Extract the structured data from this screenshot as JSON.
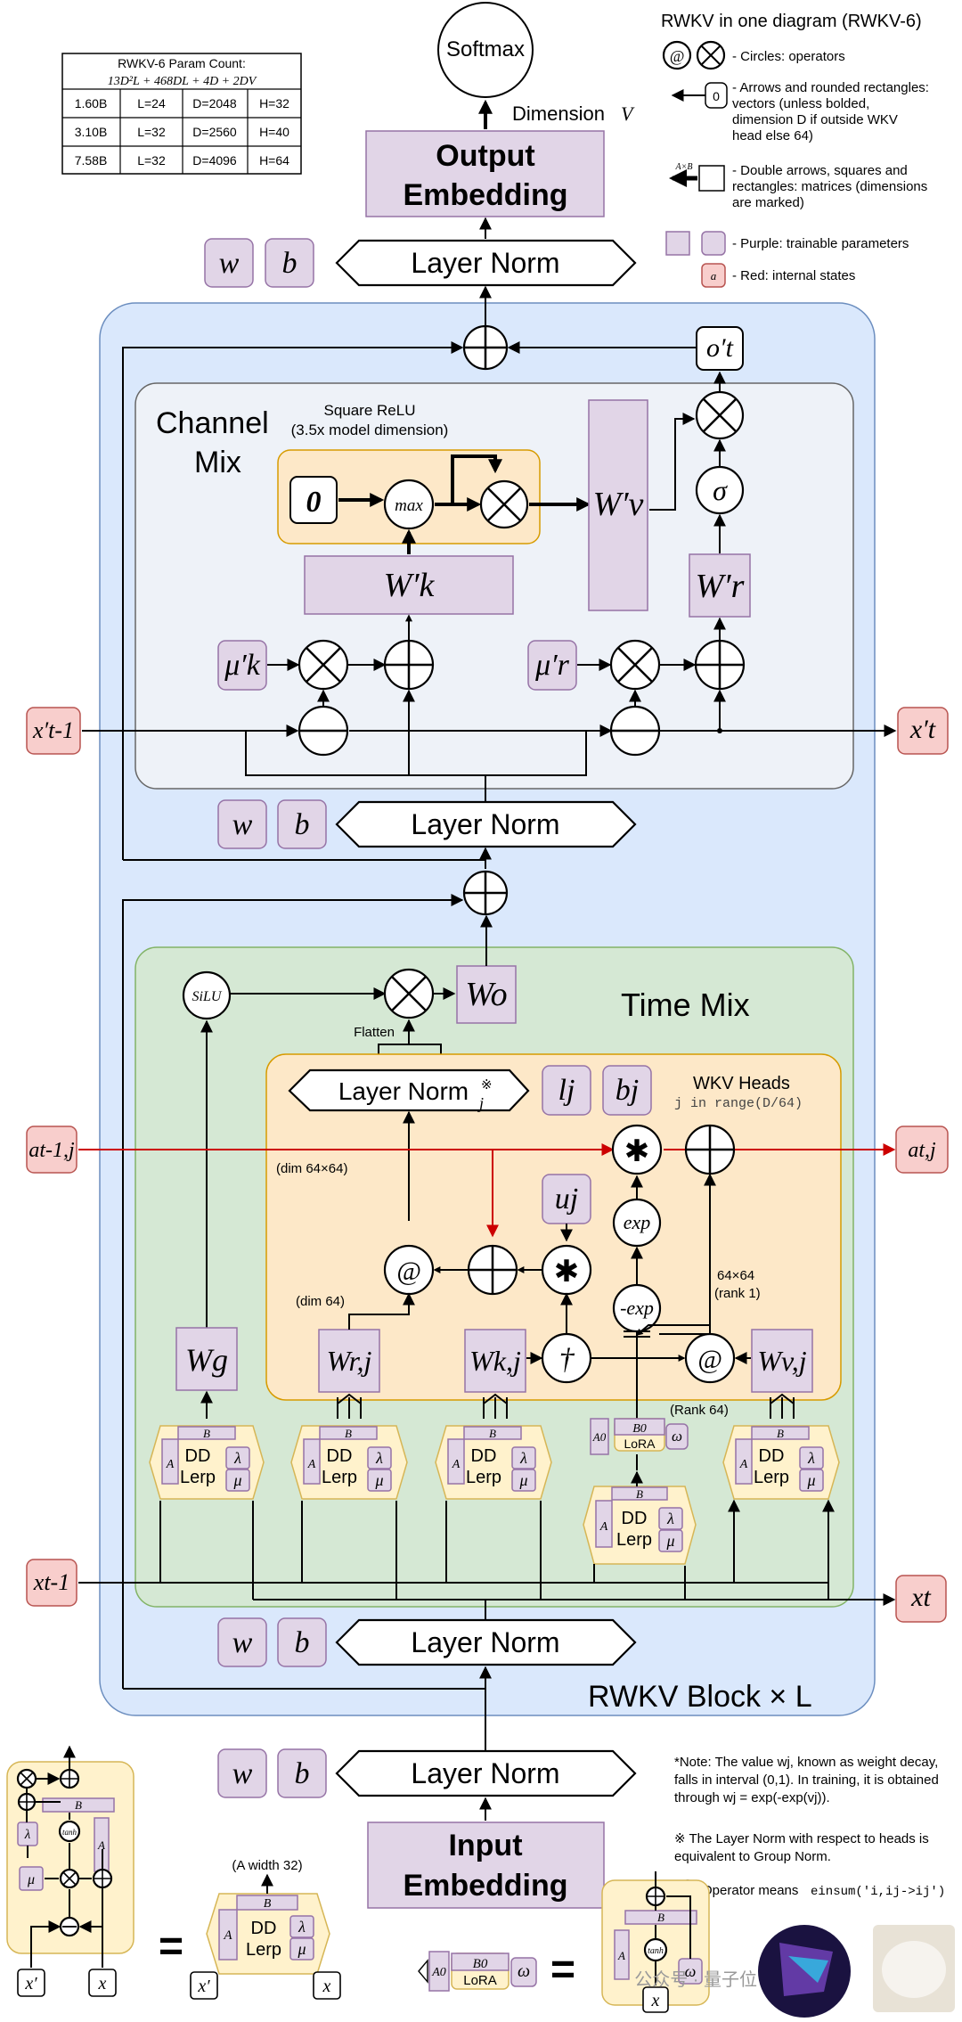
{
  "legend": {
    "title": "RWKV in one diagram (RWKV-6)",
    "circles": "- Circles: operators",
    "arrows_1": "- Arrows and rounded rectangles:",
    "arrows_2": "vectors (unless bolded,",
    "arrows_3": "dimension D if outside WKV",
    "arrows_4": "head else 64)",
    "matrices_1": "- Double arrows, squares and",
    "matrices_2": "rectangles: matrices (dimensions",
    "matrices_3": "are marked)",
    "purple": "- Purple: trainable parameters",
    "red": "- Red: internal states",
    "zero": "0",
    "axb": "A×B",
    "red_a": "a"
  },
  "param_table": {
    "title": "RWKV-6 Param Count:",
    "formula": "13D²L + 468DL + 4D + 2DV",
    "rows": [
      [
        "1.60B",
        "L=24",
        "D=2048",
        "H=32"
      ],
      [
        "3.10B",
        "L=32",
        "D=2560",
        "H=40"
      ],
      [
        "7.58B",
        "L=32",
        "D=4096",
        "H=64"
      ]
    ]
  },
  "top": {
    "softmax": "Softmax",
    "dimension": "Dimension",
    "dimension_v": "V",
    "output_emb_1": "Output",
    "output_emb_2": "Embedding",
    "layer_norm": "Layer Norm",
    "w": "w",
    "b": "b"
  },
  "channel_mix": {
    "title_1": "Channel",
    "title_2": "Mix",
    "sq_relu_1": "Square ReLU",
    "sq_relu_2": "(3.5x model dimension)",
    "zero": "0",
    "max": "max",
    "wv": "W′v",
    "wk": "W′k",
    "wr": "W′r",
    "sigma": "σ",
    "o_prime": "o′t",
    "mu_k": "μ′k",
    "mu_r": "μ′r",
    "x_prev": "x′t-1",
    "x_out": "x′t"
  },
  "mid_norm": {
    "w": "w",
    "b": "b",
    "layer_norm": "Layer Norm"
  },
  "time_mix": {
    "title": "Time Mix",
    "silu": "SiLU",
    "wo": "Wo",
    "flatten": "Flatten",
    "layer_norm_j": "Layer Norm",
    "lj": "lj",
    "bj": "bj",
    "wkv_heads": "WKV Heads",
    "range": "j in range(D/64)",
    "a_prev": "at-1,j",
    "a_out": "at,j",
    "dim_64x64": "(dim 64×64)",
    "dim_64": "(dim 64)",
    "u_j": "uj",
    "exp": "exp",
    "neg_exp": "-exp",
    "rank1_1": "64×64",
    "rank1_2": "(rank 1)",
    "rank64": "(Rank 64)",
    "wg": "Wg",
    "wr": "Wr,j",
    "wk": "Wk,j",
    "wv": "Wv,j",
    "dagger": "†",
    "at": "@",
    "star": "✱",
    "lora": "LoRA",
    "a0": "A0",
    "b0": "B0",
    "omega": "ω",
    "dd": "DD",
    "lerp": "Lerp",
    "A": "A",
    "B": "B",
    "lambda": "λ",
    "mu": "μ",
    "x_prev": "xt-1",
    "x_out": "xt"
  },
  "block": {
    "label": "RWKV Block × L",
    "w": "w",
    "b": "b",
    "layer_norm": "Layer Norm"
  },
  "bottom": {
    "w": "w",
    "b": "b",
    "layer_norm": "Layer Norm",
    "input_emb_1": "Input",
    "input_emb_2": "Embedding",
    "note_1": "*Note: The value wj, known as weight decay,",
    "note_2": "falls in interval (0,1). In training, it is obtained",
    "note_3": "through wj = exp(-exp(vj)).",
    "groupnorm_1": "※ The Layer Norm with respect to heads is",
    "groupnorm_2": "equivalent to Group Norm.",
    "operator_1": "Operator means",
    "operator_2": "einsum('i,ij->ij')",
    "a_width": "(A width 32)",
    "equals": "=",
    "tanh": "tanh",
    "x_prime": "x′",
    "x": "x",
    "watermark": "公众号 · 量子位"
  }
}
